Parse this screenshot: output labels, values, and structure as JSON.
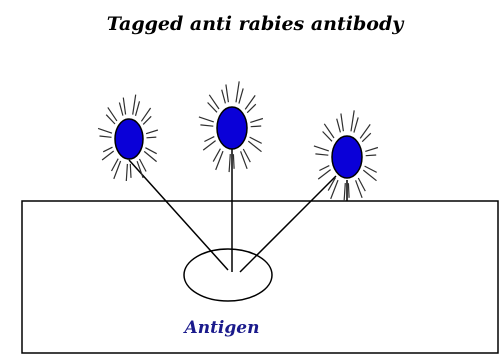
{
  "title": "Tagged anti rabies antibody",
  "antigen_label": "Antigen",
  "colors": {
    "background": "#ffffff",
    "line": "#000000",
    "title_text": "#000000",
    "antigen_text": "#1a1a8c",
    "tag_fill": "#0a00d8",
    "tag_stroke": "#000000",
    "rays": "#2f2f2f"
  },
  "antibody_count": 3
}
